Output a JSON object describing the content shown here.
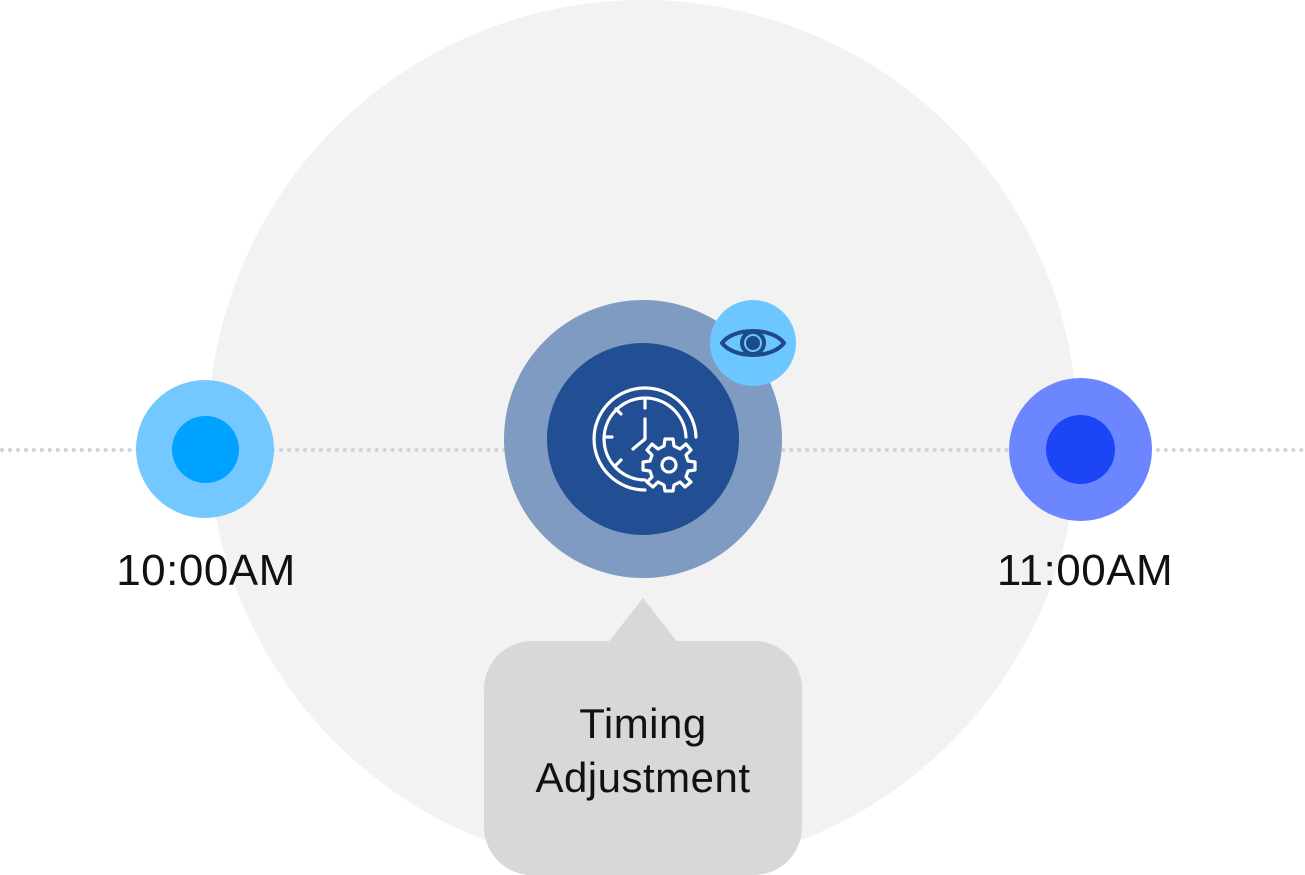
{
  "colors": {
    "background_circle": "#f2f2f3",
    "timeline_dots": "#cfd3d9",
    "left_node_outer": "#72c8ff",
    "left_node_inner": "#00a2ff",
    "right_node_outer": "#6b86ff",
    "right_node_inner": "#1c46f5",
    "center_outer": "#7f9bc2",
    "center_inner": "#224f94",
    "eye_badge": "#6cc6ff",
    "eye_stroke": "#1e4a8a",
    "callout_fill": "#d8d8d8"
  },
  "timeline": {
    "start_label": "10:00AM",
    "end_label": "11:00AM"
  },
  "center_step": {
    "icon": "clock-gear-icon",
    "badge_icon": "eye-icon"
  },
  "callout": {
    "line1": "Timing",
    "line2": "Adjustment"
  }
}
